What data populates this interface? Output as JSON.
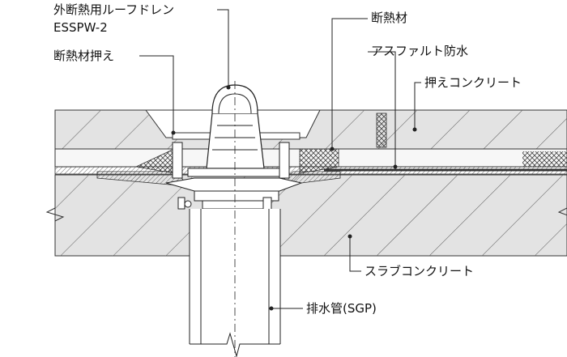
{
  "labels": {
    "drain_line1": "外断熱用ルーフドレン",
    "drain_line2": "ESSPW-2",
    "insulation_retainer": "断熱材押え",
    "insulation": "断熱材",
    "asphalt_waterproofing": "アスファルト防水",
    "protective_concrete": "押えコンクリート",
    "slab_concrete": "スラブコンクリート",
    "drain_pipe": "排水管(SGP)"
  },
  "colors": {
    "concrete": "#e3e3e3",
    "insulation": "#f7f7f7",
    "hatch": "#555555",
    "membrane": "#333333",
    "metal": "#ffffff",
    "line": "#222222"
  }
}
